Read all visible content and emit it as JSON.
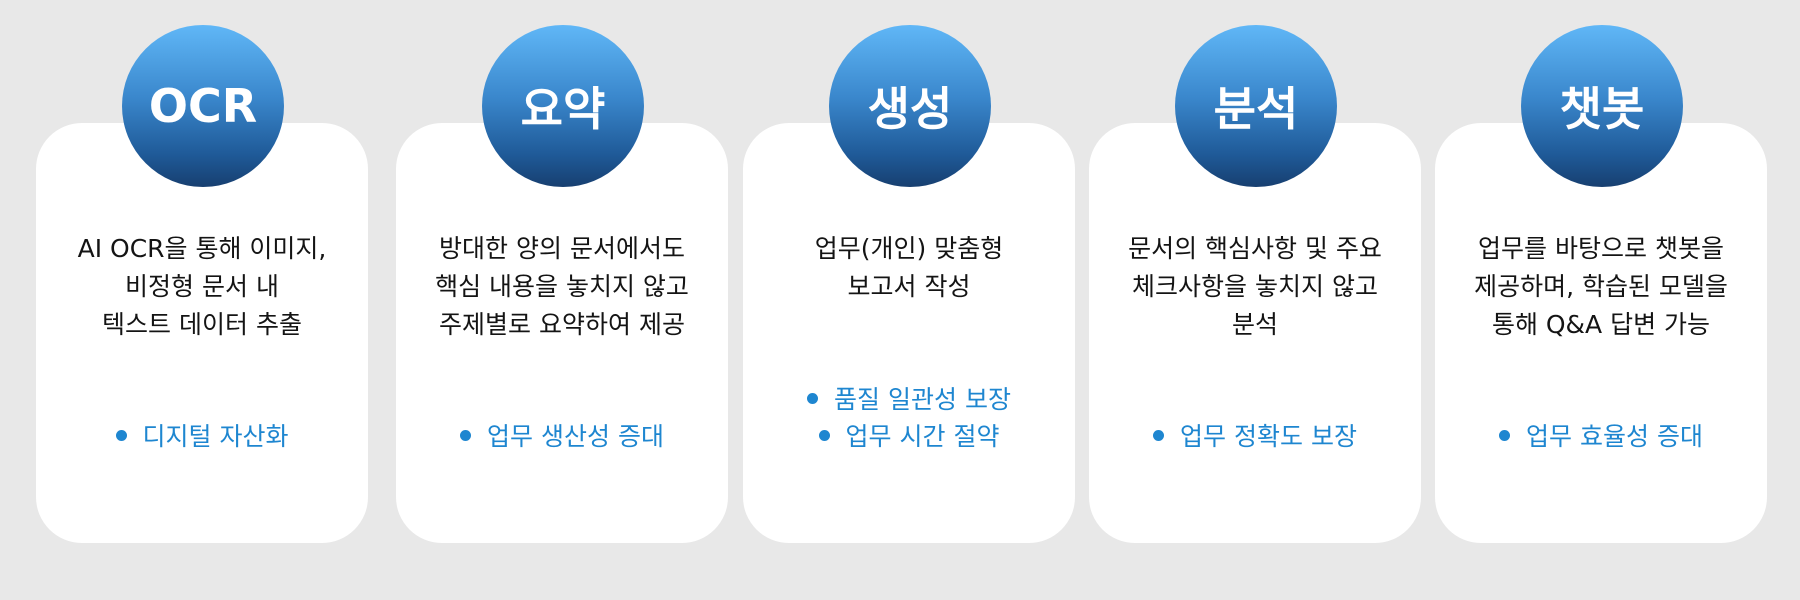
{
  "cards": [
    {
      "title": "OCR",
      "lines": [
        "AI OCR을 통해 이미지,",
        "비정형 문서 내",
        "텍스트 데이터 추출"
      ],
      "benefits": [
        "디지털 자산화"
      ]
    },
    {
      "title": "요약",
      "lines": [
        "방대한 양의 문서에서도",
        "핵심 내용을 놓치지 않고",
        "주제별로 요약하여 제공"
      ],
      "benefits": [
        "업무 생산성 증대"
      ]
    },
    {
      "title": "생성",
      "lines": [
        "업무(개인) 맞춤형",
        "보고서 작성"
      ],
      "benefits": [
        "품질 일관성 보장",
        "업무 시간 절약"
      ]
    },
    {
      "title": "분석",
      "lines": [
        "문서의 핵심사항 및 주요",
        "체크사항을 놓치지 않고",
        "분석"
      ],
      "benefits": [
        "업무 정확도 보장"
      ]
    },
    {
      "title": "챗봇",
      "lines": [
        "업무를 바탕으로 챗봇을",
        "제공하며, 학습된 모델을",
        "통해 Q&A 답변 가능"
      ],
      "benefits": [
        "업무 효율성 증대"
      ]
    }
  ],
  "colors": {
    "background": "#e8e8e8",
    "card": "#ffffff",
    "circle_top": "#60b7f7",
    "circle_bottom": "#173f70",
    "accent": "#1e86d0",
    "text": "#141414"
  }
}
